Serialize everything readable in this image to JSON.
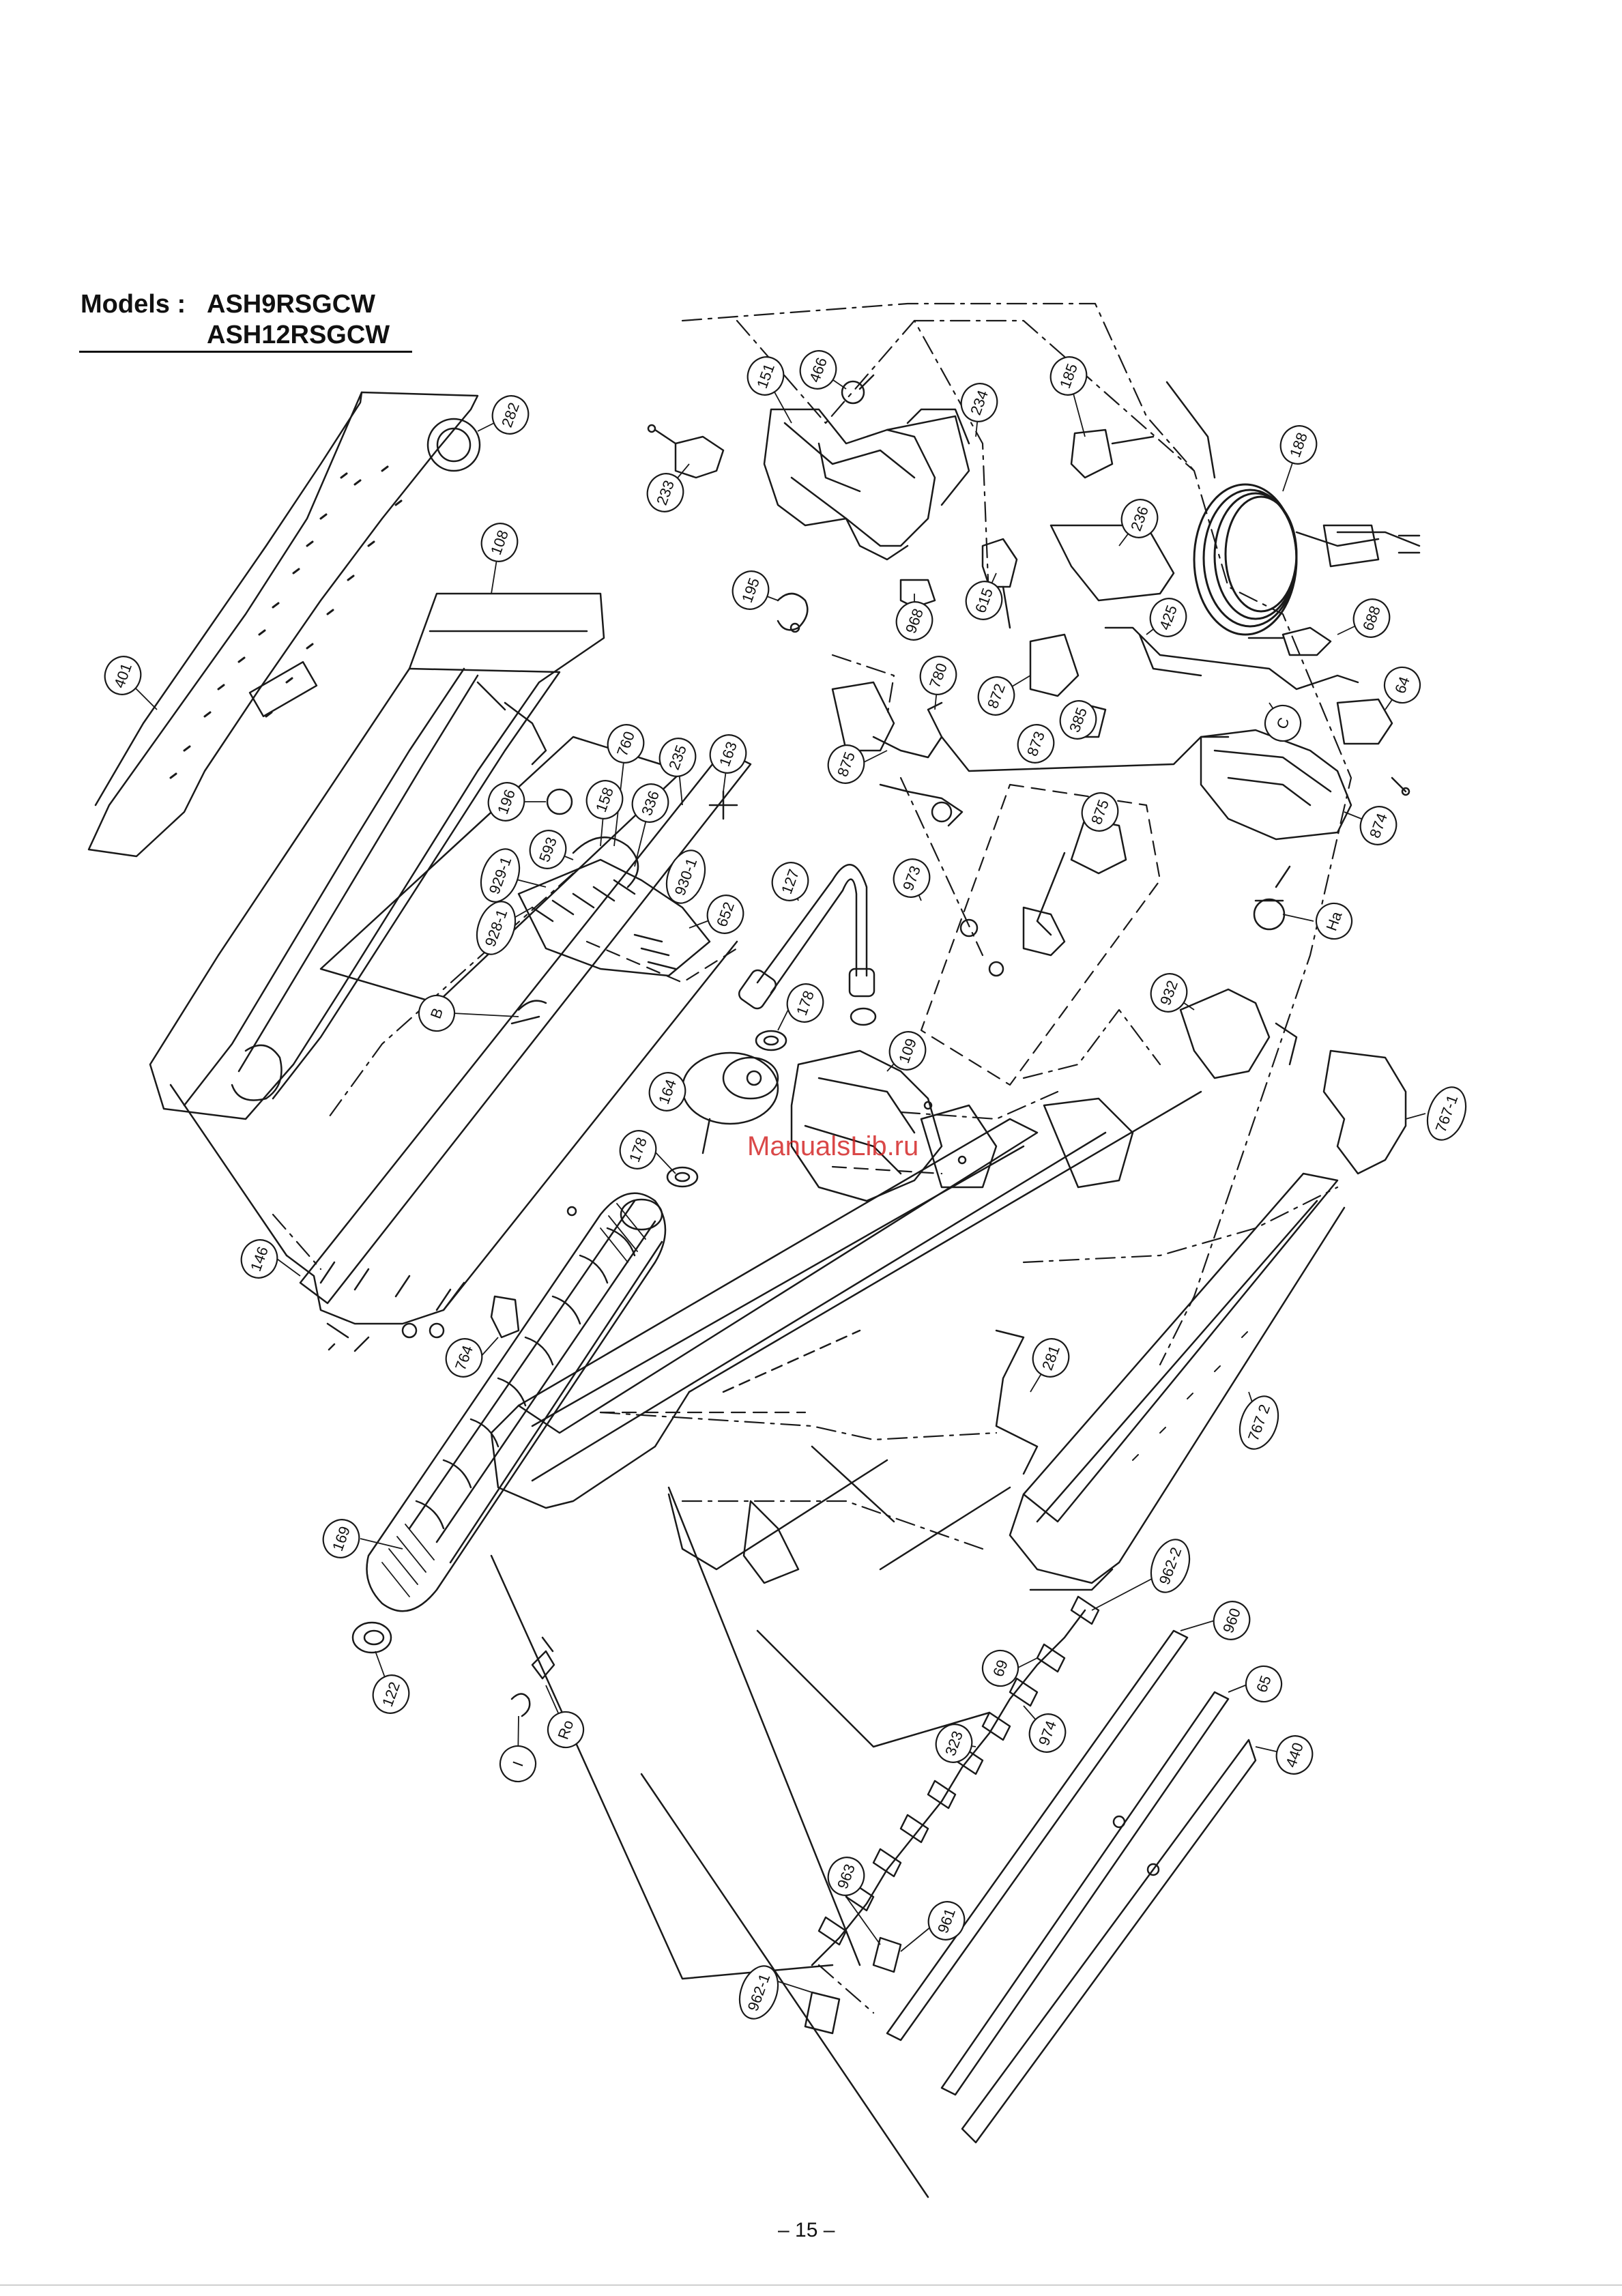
{
  "header": {
    "models_label": "Models :",
    "model_1": "ASH9RSGCW",
    "model_2": "ASH12RSGCW"
  },
  "watermark": "ManualsLib.ru",
  "page_number": "– 15 –",
  "callouts": [
    {
      "id": "282",
      "text": "282"
    },
    {
      "id": "401",
      "text": "401"
    },
    {
      "id": "108",
      "text": "108"
    },
    {
      "id": "233",
      "text": "233"
    },
    {
      "id": "151",
      "text": "151"
    },
    {
      "id": "466",
      "text": "466"
    },
    {
      "id": "234",
      "text": "234"
    },
    {
      "id": "185",
      "text": "185"
    },
    {
      "id": "188",
      "text": "188"
    },
    {
      "id": "236",
      "text": "236"
    },
    {
      "id": "195",
      "text": "195"
    },
    {
      "id": "968",
      "text": "968"
    },
    {
      "id": "615",
      "text": "615"
    },
    {
      "id": "425",
      "text": "425"
    },
    {
      "id": "688",
      "text": "688"
    },
    {
      "id": "64",
      "text": "64"
    },
    {
      "id": "780",
      "text": "780"
    },
    {
      "id": "872",
      "text": "872"
    },
    {
      "id": "385",
      "text": "385"
    },
    {
      "id": "873",
      "text": "873"
    },
    {
      "id": "C",
      "text": "C"
    },
    {
      "id": "875a",
      "text": "875"
    },
    {
      "id": "874",
      "text": "874"
    },
    {
      "id": "760",
      "text": "760"
    },
    {
      "id": "235",
      "text": "235"
    },
    {
      "id": "163",
      "text": "163"
    },
    {
      "id": "158",
      "text": "158"
    },
    {
      "id": "196",
      "text": "196"
    },
    {
      "id": "336",
      "text": "336"
    },
    {
      "id": "593",
      "text": "593"
    },
    {
      "id": "929-1",
      "text": "929-1"
    },
    {
      "id": "930-1",
      "text": "930-1"
    },
    {
      "id": "928-1",
      "text": "928-1"
    },
    {
      "id": "652",
      "text": "652"
    },
    {
      "id": "127",
      "text": "127"
    },
    {
      "id": "973",
      "text": "973"
    },
    {
      "id": "875b",
      "text": "875"
    },
    {
      "id": "Ha",
      "text": "Ha"
    },
    {
      "id": "B",
      "text": "B"
    },
    {
      "id": "178a",
      "text": "178"
    },
    {
      "id": "932",
      "text": "932"
    },
    {
      "id": "164",
      "text": "164"
    },
    {
      "id": "109",
      "text": "109"
    },
    {
      "id": "178b",
      "text": "178"
    },
    {
      "id": "767-1",
      "text": "767-1"
    },
    {
      "id": "146",
      "text": "146"
    },
    {
      "id": "764",
      "text": "764"
    },
    {
      "id": "281",
      "text": "281"
    },
    {
      "id": "767-2",
      "text": "767 2"
    },
    {
      "id": "169",
      "text": "169"
    },
    {
      "id": "962-2",
      "text": "962-2"
    },
    {
      "id": "960",
      "text": "960"
    },
    {
      "id": "69",
      "text": "69"
    },
    {
      "id": "122",
      "text": "122"
    },
    {
      "id": "65",
      "text": "65"
    },
    {
      "id": "974",
      "text": "974"
    },
    {
      "id": "Ro",
      "text": "Ro"
    },
    {
      "id": "I",
      "text": "I"
    },
    {
      "id": "323",
      "text": "323"
    },
    {
      "id": "440",
      "text": "440"
    },
    {
      "id": "963",
      "text": "963"
    },
    {
      "id": "961",
      "text": "961"
    },
    {
      "id": "962-1",
      "text": "962-1"
    }
  ]
}
